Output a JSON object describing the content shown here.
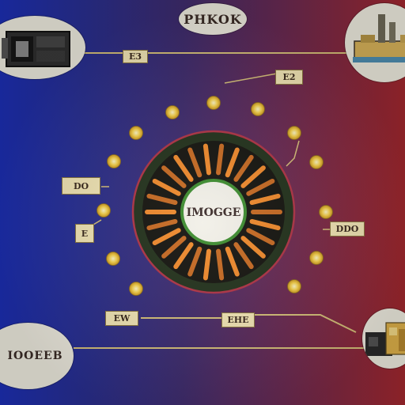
{
  "title_bubble": "PHKOK",
  "hub": {
    "label": "IMOGGE",
    "colors": {
      "ring": "#7a2334",
      "spokes_orange": "#e07a2a",
      "spokes_dark": "#1b1815",
      "core": "#f2f0e8",
      "core_ring": "#3d8c2f"
    }
  },
  "tags": {
    "top_left": "E3",
    "top_right": "E2",
    "mid_left": "DO",
    "mid_left_small": "E",
    "right": "DDO",
    "bottom_left": "EW",
    "bottom_mid": "EHE"
  },
  "bottom_left_bubble": "IOOEEB",
  "icons": {
    "left_top": "circuit-board-icon",
    "right_top": "factory-icon",
    "right_bottom": "machine-icon"
  },
  "colors": {
    "wire": "#d8c27a",
    "node": "#f7d24a",
    "bg_left": "#1c2fb5",
    "bg_right": "#a3282e"
  }
}
